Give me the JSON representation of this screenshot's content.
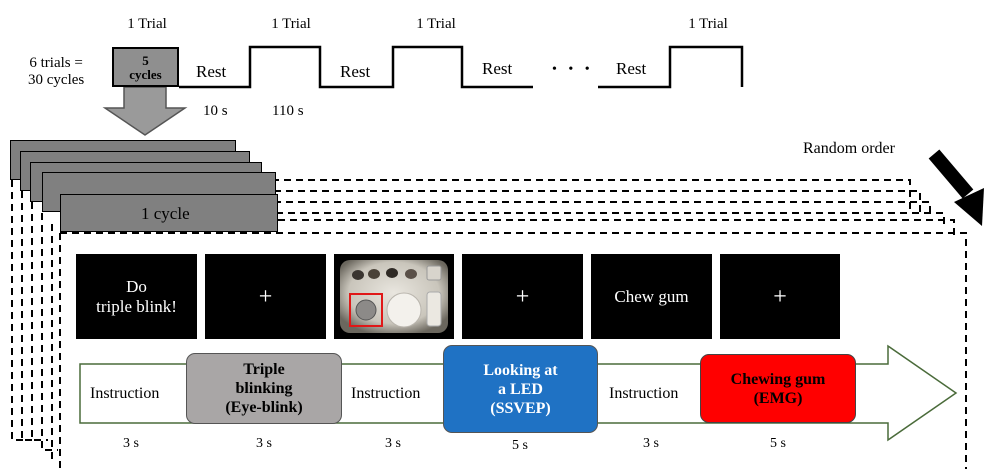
{
  "timeline": {
    "trials_note": [
      "6 trials =",
      "30 cycles"
    ],
    "trial_labels": [
      "1 Trial",
      "1 Trial",
      "1 Trial",
      "1 Trial"
    ],
    "first_trial_box": [
      "5",
      "cycles"
    ],
    "rest_labels": [
      "Rest",
      "Rest",
      "Rest",
      "Rest"
    ],
    "ellipsis": "• • •",
    "rest_duration": "10 s",
    "trial_duration": "110 s"
  },
  "random_order": "Random order",
  "cycle_label": "1 cycle",
  "stimuli": {
    "s1": [
      "Do",
      "triple blink!"
    ],
    "s2": "+",
    "s4": "+",
    "s5": "Chew gum",
    "s6": "+"
  },
  "steps": {
    "instruction": "Instruction",
    "blink": [
      "Triple",
      "blinking",
      "(Eye-blink)"
    ],
    "led": [
      "Looking at",
      "a LED",
      "(SSVEP)"
    ],
    "gum": [
      "Chewing gum",
      "(EMG)"
    ]
  },
  "durations": [
    "3 s",
    "3 s",
    "3 s",
    "5 s",
    "3 s",
    "5 s"
  ],
  "colors": {
    "slide_gray": "#808080",
    "blink_box": "#a9a6a6",
    "led_box": "#1f72c4",
    "gum_box": "#ff0000",
    "arrow_outline": "#4a6b3a"
  }
}
